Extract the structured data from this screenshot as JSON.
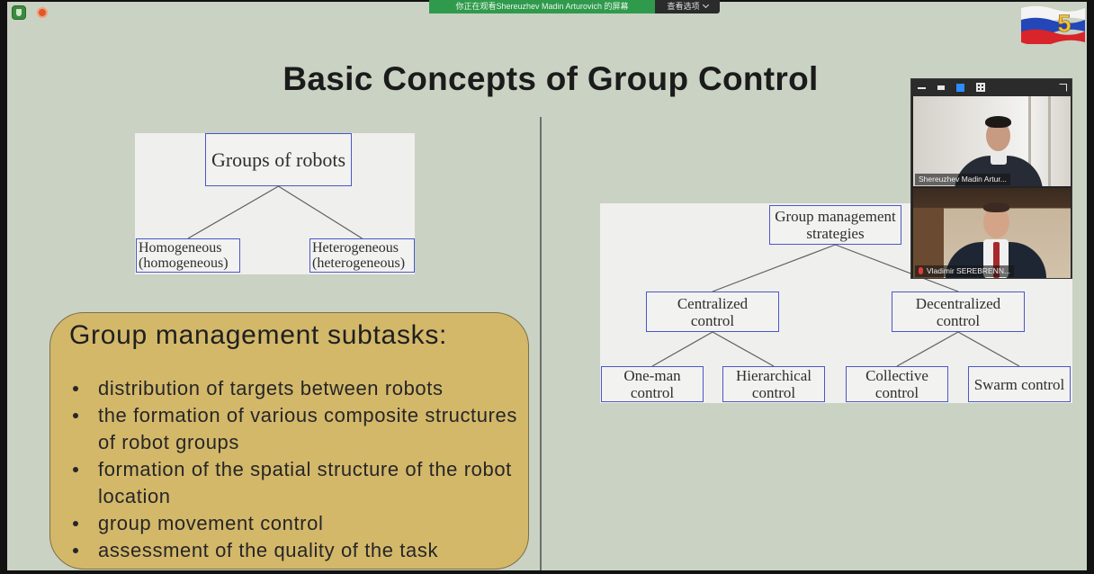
{
  "meeting": {
    "share_banner": "你正在观看Shereuzhev Madin Arturovich 的屏幕",
    "view_options_label": "查看选项",
    "icons": [
      "encryption-shield-icon",
      "recording-indicator-icon",
      "chevron-down-icon",
      "minimize-icon",
      "hide-video-icon",
      "speaker-view-icon",
      "gallery-view-icon",
      "expand-icon",
      "mic-muted-icon"
    ],
    "colors": {
      "banner_green": "#2f9a4c",
      "selected_view_blue": "#2d8cff"
    }
  },
  "slide": {
    "title": "Basic Concepts of Group Control",
    "robot_groups_diagram": {
      "root": "Groups of robots",
      "children": [
        {
          "lines": [
            "Homogeneous",
            "(homogeneous)"
          ]
        },
        {
          "lines": [
            "Heterogeneous",
            "(heterogeneous)"
          ]
        }
      ]
    },
    "subtasks": {
      "heading": "Group management subtasks:",
      "items": [
        {
          "lines": [
            "distribution of targets between robots"
          ]
        },
        {
          "lines": [
            "the formation of various composite structures",
            "of robot groups"
          ]
        },
        {
          "lines": [
            "formation of the spatial structure of the robot",
            "location"
          ]
        },
        {
          "lines": [
            "group movement control"
          ]
        },
        {
          "lines": [
            "assessment of the quality of the task"
          ]
        }
      ]
    },
    "strategies_diagram": {
      "root": {
        "lines": [
          "Group management",
          "strategies"
        ]
      },
      "level1": [
        {
          "lines": [
            "Centralized",
            "control"
          ]
        },
        {
          "lines": [
            "Decentralized",
            "control"
          ]
        }
      ],
      "level2": [
        {
          "lines": [
            "One-man",
            "control"
          ]
        },
        {
          "lines": [
            "Hierarchical",
            "control"
          ]
        },
        {
          "lines": [
            "Collective",
            "control"
          ]
        },
        {
          "lines": [
            "Swarm control"
          ]
        }
      ]
    },
    "colors": {
      "background": "#c9d2c3",
      "subtasks_panel": "#d3b86a",
      "box_border": "#4b57c8"
    }
  },
  "video_panel": {
    "participants": [
      {
        "name": "Shereuzhev Madin Artur...",
        "muted": false
      },
      {
        "name": "Vladimir SEREBRENN...",
        "muted": true
      }
    ]
  },
  "logo": {
    "badge": "5",
    "colors": [
      "#f4f4f4",
      "#2346b8",
      "#d8242a",
      "#f2c23a"
    ]
  }
}
